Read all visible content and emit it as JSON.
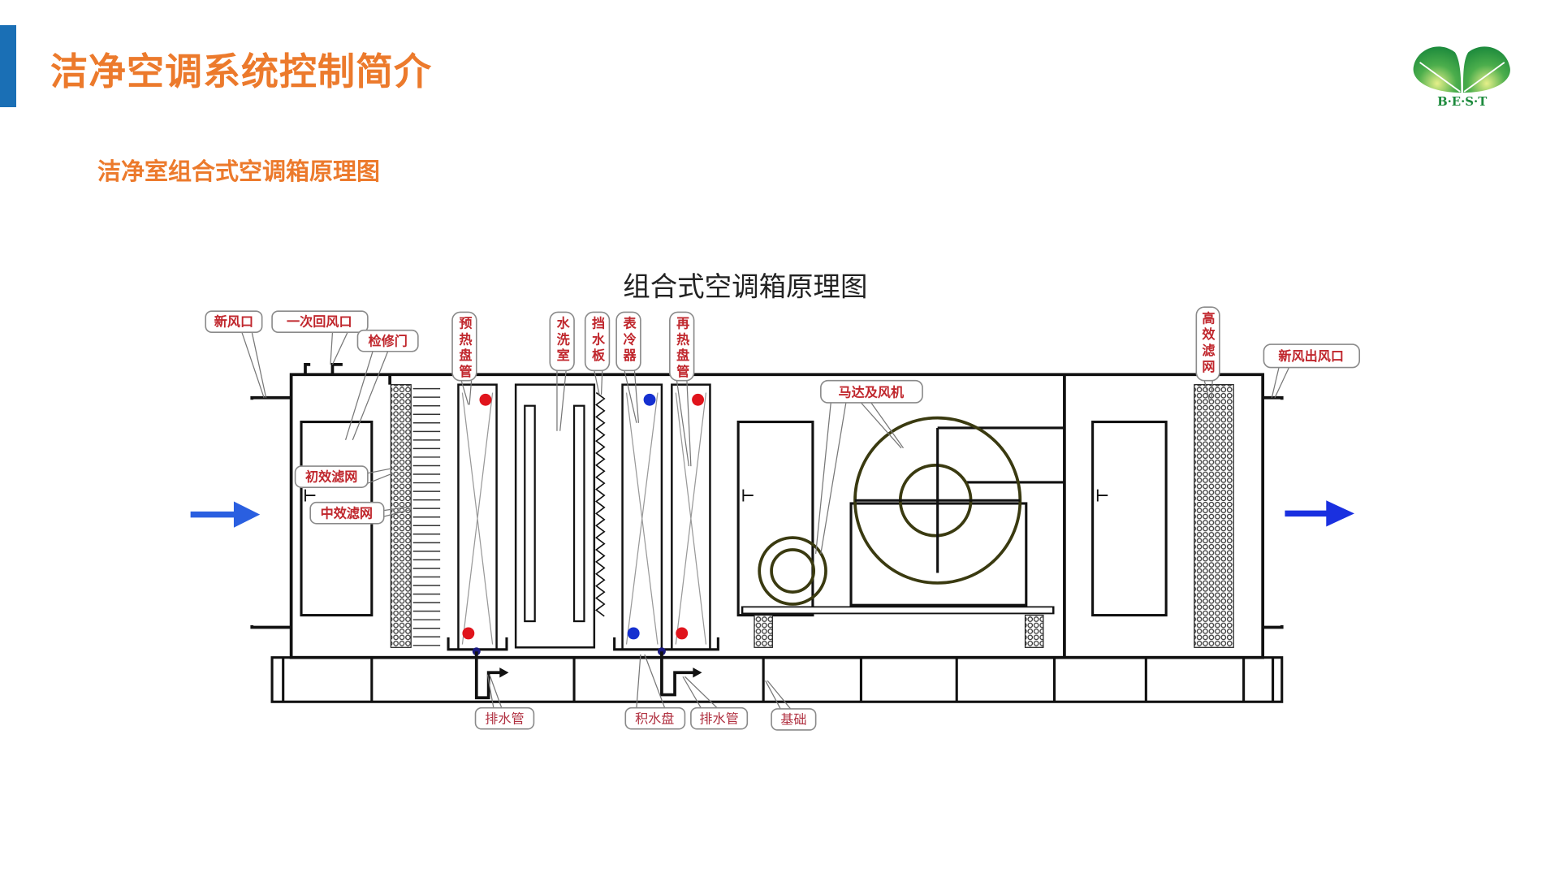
{
  "header": {
    "title": "洁净空调系统控制简介",
    "subtitle": "洁净室组合式空调箱原理图",
    "logo_text": "B·E·S·T"
  },
  "diagram": {
    "title": "组合式空调箱原理图",
    "labels": {
      "fresh_air_inlet": "新风口",
      "primary_return_air": "一次回风口",
      "access_door": "检修门",
      "preheat_coil": "预热盘管",
      "water_wash": "水洗室",
      "baffle": "挡水板",
      "cooling_coil": "表冷器",
      "reheat_coil": "再热盘管",
      "motor_fan": "马达及风机",
      "hepa_filter": "高效滤网",
      "supply_outlet": "新风出风口",
      "primary_filter": "初效滤网",
      "medium_filter": "中效滤网",
      "drain_pipe_1": "排水管",
      "drip_pan": "积水盘",
      "drain_pipe_2": "排水管",
      "foundation": "基础"
    }
  },
  "colors": {
    "accent_orange": "#ec7a2c",
    "accent_blue": "#1a6fb5",
    "label_red": "#c0272d",
    "hot_dot": "#e0141c",
    "cold_dot": "#1530d0",
    "airflow_arrow": "#2a5fe0"
  }
}
